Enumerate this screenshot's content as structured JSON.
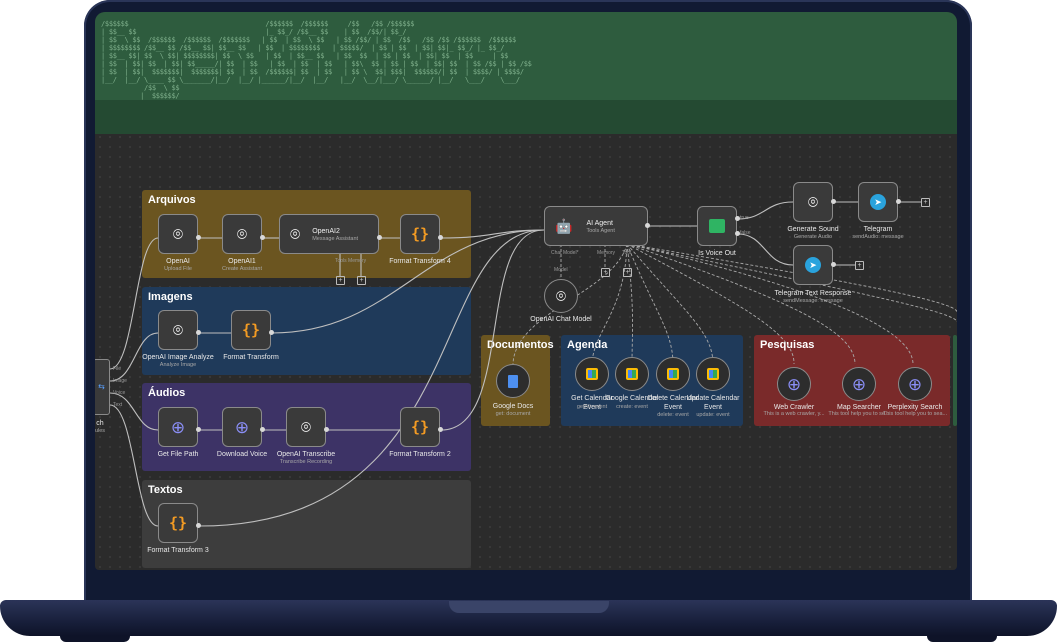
{
  "banner": {
    "art": "/$$$$$$                                   /$$$$$$  /$$$$$$     /$$   /$$ /$$$$$$                                    \n| $$__ $$                                 |_ $$_/ /$$__ $$    | $$  /$$/| $$_/                                     \n| $$  \\ $$  /$$$$$$  /$$$$$$  /$$$$$$$   | $$  | $$  \\ $$   | $$ /$$/ | $$  /$$   /$$ /$$ /$$$$$$  /$$$$$$    \n| $$$$$$$$ /$$__ $$ /$$__ $$| $$__ $$   | $$  | $$$$$$$$   | $$$$$/  | $$ | $$  | $$| $$|_ $$_/ |_ $$_/    \n| $$__ $$| $$  \\ $$| $$$$$$$$| $$  \\ $$   | $$  | $$__ $$   | $$  $$  | $$ | $$  | $$| $$  | $$     | $$      \n| $$  | $$| $$  | $$| $$_____/| $$  | $$   | $$  | $$  | $$   | $$\\  $$ | $$ | $$  | $$| $$  | $$ /$$ | $$ /$$ \n| $$  | $$|  $$$$$$$|  $$$$$$$| $$  | $$  /$$$$$$| $$  | $$   | $$ \\  $$| $$$|  $$$$$$/| $$  | $$$$/ | $$$$/ \n|__/  |__/ \\____ $$ \\_______/|__/  |__/ |______/|__/  |__/   |__/  \\__/|___/ \\______/ |__/   \\___/    \\___/  \n           /$$  \\ $$                                                                                            \n          |  $$$$$$/                                                                                            \n           \\______/                                                                                             "
  },
  "groups": {
    "arquivos": "Arquivos",
    "imagens": "Imagens",
    "audios": "Áudios",
    "textos": "Textos",
    "documentos": "Documentos",
    "agenda": "Agenda",
    "pesquisas": "Pesquisas"
  },
  "switch": {
    "label": "ch",
    "sub": "ules",
    "outputs": [
      "File",
      "Image",
      "Voice",
      "Text"
    ]
  },
  "nodes": {
    "openai": {
      "label": "OpenAI",
      "sub": "Upload File"
    },
    "openai1": {
      "label": "OpenAI1",
      "sub": "Create Assistant"
    },
    "openai2": {
      "label": "OpenAI2",
      "sub": "Message Assistant",
      "ports": "Tools  Memory"
    },
    "format_transform_4": {
      "label": "Format Transform 4"
    },
    "openai_image_analyze": {
      "label": "OpenAI Image Analyze",
      "sub": "Analyze Image"
    },
    "format_transform": {
      "label": "Format Transform"
    },
    "get_file_path": {
      "label": "Get File Path"
    },
    "download_voice": {
      "label": "Download Voice"
    },
    "openai_transcribe": {
      "label": "OpenAI Transcribe",
      "sub": "Transcribe Recording"
    },
    "format_transform_2": {
      "label": "Format Transform 2"
    },
    "format_transform_3": {
      "label": "Format Transform 3"
    },
    "ai_agent": {
      "label": "AI Agent",
      "sub": "Tools Agent",
      "ports": [
        "Chat Model*",
        "Memory",
        "Tool"
      ]
    },
    "openai_chat_model": {
      "label": "OpenAI Chat Model",
      "port": "Model"
    },
    "is_voice_out": {
      "label": "Is Voice Out",
      "outputs": [
        "true",
        "false"
      ]
    },
    "generate_sound": {
      "label": "Generate Sound",
      "sub": "Generate Audio"
    },
    "telegram": {
      "label": "Telegram",
      "sub": "sendAudio: message"
    },
    "telegram_text_response": {
      "label": "Telegram Text Response",
      "sub": "sendMessage: message"
    },
    "google_docs": {
      "label": "Google Docs",
      "sub": "get: document"
    },
    "get_calendar_event": {
      "label": "Get Calendar Event",
      "sub": "getAll: event"
    },
    "google_calendar": {
      "label": "Google Calendar",
      "sub": "create: event"
    },
    "delete_calendar_event": {
      "label": "Delete Calendar Event",
      "sub": "delete: event"
    },
    "update_calendar_event": {
      "label": "Update Calendar Event",
      "sub": "update: event"
    },
    "web_crawler": {
      "label": "Web Crawler",
      "sub": "This is a web crawler, y..."
    },
    "map_searcher": {
      "label": "Map Searcher",
      "sub": "This tool help you to se..."
    },
    "perplexity_search": {
      "label": "Perplexity Search",
      "sub": "This tool help you to sea..."
    }
  },
  "colors": {
    "arquivos": "#6b5520",
    "imagens": "#1f3a5a",
    "audios": "#3d3366",
    "textos": "#3d3d3d",
    "documentos": "#6b5520",
    "agenda": "#1f3a5a",
    "pesquisas": "#7a2a2a",
    "banner": "#2e5c3e"
  },
  "icons": {
    "openai": "openai-logo-icon",
    "brace": "code-braces-icon",
    "globe": "globe-icon",
    "robot": "robot-icon",
    "calendar": "google-calendar-icon",
    "docs": "google-docs-icon",
    "telegram": "telegram-icon",
    "switch": "switch-icon"
  }
}
